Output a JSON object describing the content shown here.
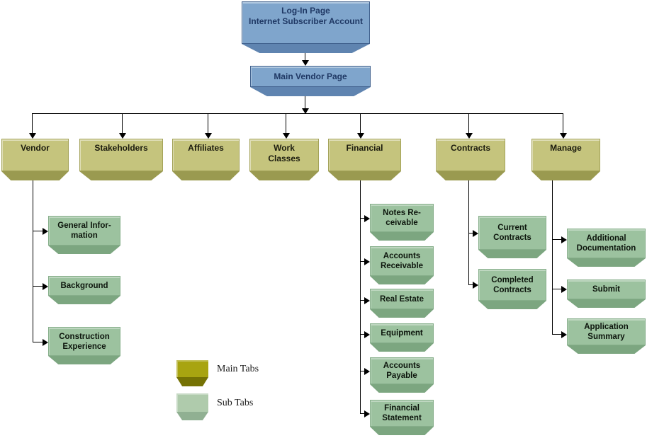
{
  "diagram": {
    "root": {
      "label": "Log-In Page\nInternet Subscriber Account"
    },
    "main_page": {
      "label": "Main Vendor Page"
    },
    "main_tabs": [
      {
        "label": "Vendor"
      },
      {
        "label": "Stakeholders"
      },
      {
        "label": "Affiliates"
      },
      {
        "label": "Work\nClasses"
      },
      {
        "label": "Financial"
      },
      {
        "label": "Contracts"
      },
      {
        "label": "Manage"
      }
    ],
    "sub_tabs": {
      "vendor": [
        {
          "label": "General Infor-\nmation"
        },
        {
          "label": "Background"
        },
        {
          "label": "Construction\nExperience"
        }
      ],
      "financial": [
        {
          "label": "Notes Re-\nceivable"
        },
        {
          "label": "Accounts\nReceivable"
        },
        {
          "label": "Real Estate"
        },
        {
          "label": "Equipment"
        },
        {
          "label": "Accounts\nPayable"
        },
        {
          "label": "Financial\nStatement"
        }
      ],
      "contracts": [
        {
          "label": "Current\nContracts"
        },
        {
          "label": "Completed\nContracts"
        }
      ],
      "manage": [
        {
          "label": "Additional\nDocumentation"
        },
        {
          "label": "Submit"
        },
        {
          "label": "Application\nSummary"
        }
      ]
    },
    "legend": {
      "main": {
        "label": "Main Tabs"
      },
      "sub": {
        "label": "Sub Tabs"
      }
    },
    "colors": {
      "page_fill": "#7FA5CC",
      "page_bevel": "#5F84B0",
      "page_border": "#41618D",
      "page_text": "#1F3864",
      "main_tab_fill": "#C5C47D",
      "main_tab_bevel": "#9A9A50",
      "main_tab_border": "#A3A258",
      "sub_tab_fill": "#9CC29F",
      "sub_tab_bevel": "#7CA680",
      "sub_tab_border": "#86AE8A",
      "legend_main_fill": "#A8A410",
      "legend_main_bevel": "#757204",
      "legend_sub_fill": "#AFCBAC",
      "legend_sub_bevel": "#90B092",
      "connector": "#000000"
    }
  }
}
